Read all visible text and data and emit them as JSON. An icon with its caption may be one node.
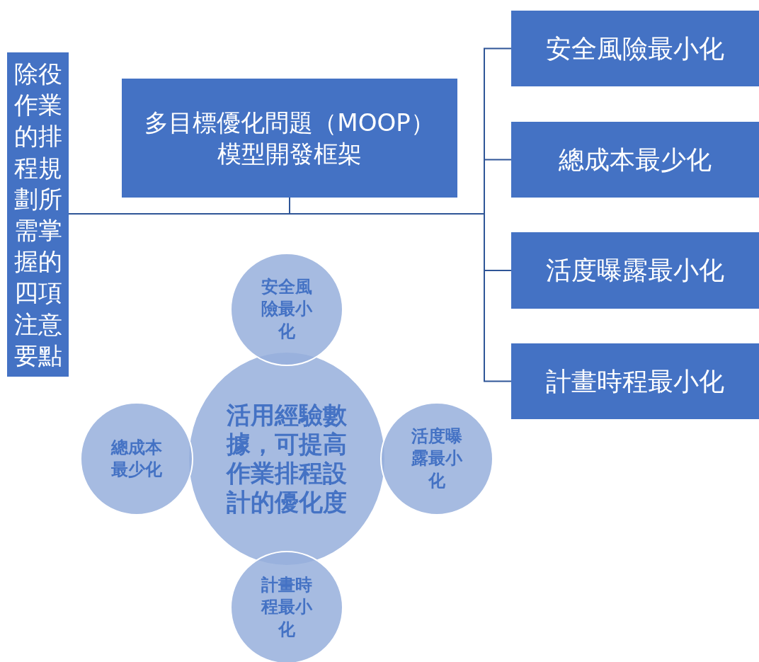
{
  "diagram": {
    "nodes": [
      {
        "text": [
          "除役作業的排程規劃所需掌握的四項注意要點"
        ]
      },
      {
        "text": [
          "多目標優化問題（MOOP）模型開發框架"
        ]
      },
      {
        "text": [
          "安全風險最小化"
        ]
      },
      {
        "text": [
          "總成本最少化"
        ]
      },
      {
        "text": [
          "活度曝露最小化"
        ]
      },
      {
        "text": [
          "計畫時程最小化"
        ]
      },
      {
        "text": [
          "活用經驗數據，可提高作業排程設計的優化度"
        ]
      },
      {
        "text": [
          "安全風險最小化"
        ]
      },
      {
        "text": [
          "總成本最少化"
        ]
      },
      {
        "text": [
          "活度曝露最小化"
        ]
      },
      {
        "text": [
          "計畫時程最小化"
        ]
      }
    ],
    "edges": [
      {
        "from": 0,
        "to": 1,
        "arrow": "none"
      },
      {
        "from": 1,
        "to": 2,
        "arrow": "none"
      },
      {
        "from": 1,
        "to": 3,
        "arrow": "none"
      },
      {
        "from": 1,
        "to": 4,
        "arrow": "none"
      },
      {
        "from": 1,
        "to": 5,
        "arrow": "none"
      }
    ]
  }
}
